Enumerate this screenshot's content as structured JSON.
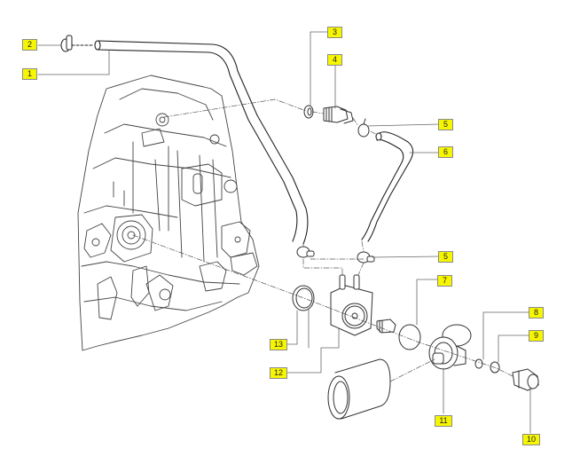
{
  "diagram": {
    "type": "exploded parts diagram",
    "subject": "engine block oil cooler and coolant hose assembly",
    "label_color": "#f6f600",
    "line_color": "#333333",
    "callouts": [
      {
        "id": "1",
        "label": "1",
        "part": "hose (upper coolant pipe)"
      },
      {
        "id": "2",
        "label": "2",
        "part": "hose clamp"
      },
      {
        "id": "3",
        "label": "3",
        "part": "sealing washer"
      },
      {
        "id": "4",
        "label": "4",
        "part": "threaded hose fitting"
      },
      {
        "id": "5a",
        "label": "5",
        "part": "hose clamp"
      },
      {
        "id": "6",
        "label": "6",
        "part": "bent hose"
      },
      {
        "id": "5b",
        "label": "5",
        "part": "hose clamps (lower)"
      },
      {
        "id": "7",
        "label": "7",
        "part": "o-ring"
      },
      {
        "id": "8",
        "label": "8",
        "part": "sealing ring"
      },
      {
        "id": "9",
        "label": "9",
        "part": "sealing ring"
      },
      {
        "id": "10",
        "label": "10",
        "part": "banjo bolt"
      },
      {
        "id": "11",
        "label": "11",
        "part": "oil filter adapter / thermostat housing"
      },
      {
        "id": "12",
        "label": "12",
        "part": "oil cooler"
      },
      {
        "id": "13",
        "label": "13",
        "part": "seal ring"
      }
    ]
  }
}
